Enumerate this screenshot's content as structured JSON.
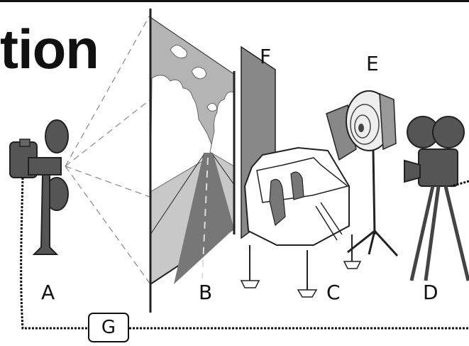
{
  "title": "tion",
  "labels": {
    "a": "A",
    "b": "B",
    "c": "C",
    "d": "D",
    "e": "E",
    "f": "F",
    "g": "G"
  },
  "icons": [
    "film-projector-icon",
    "projection-screen-icon",
    "car-mockup-icon",
    "movie-camera-icon",
    "studio-light-icon",
    "panel-icon"
  ]
}
